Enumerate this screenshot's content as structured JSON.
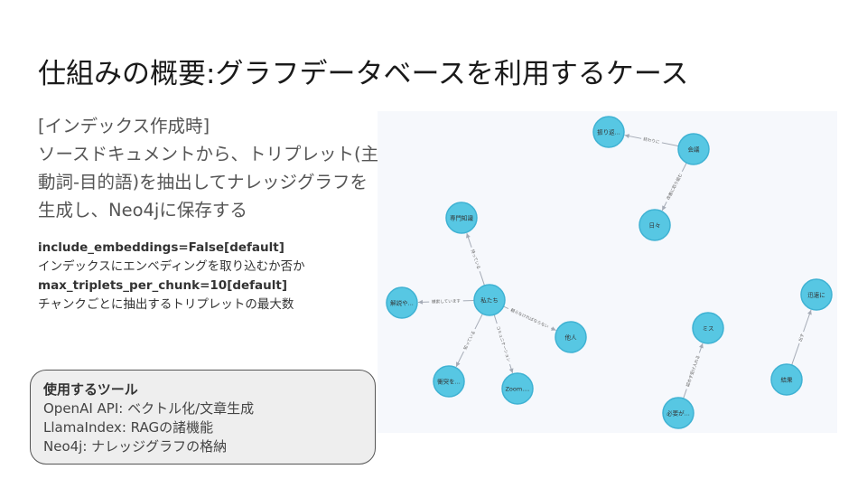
{
  "slide": {
    "title": "仕組みの概要:グラフデータベースを利用するケース",
    "description_lines": [
      "[インデックス作成時]",
      "ソースドキュメントから、トリプレット(主語-",
      "動詞-目的語)を抽出してナレッジグラフを",
      "生成し、Neo4jに保存する"
    ],
    "params": [
      {
        "key": "include_embeddings=False[default]",
        "desc": "インデックスにエンベディングを取り込むか否か"
      },
      {
        "key": "max_triplets_per_chunk=10[default]",
        "desc": "チャンクごとに抽出するトリプレットの最大数"
      }
    ],
    "tools": {
      "heading": "使用するツール",
      "items": [
        "OpenAI API: ベクトル化/文章生成",
        "LlamaIndex: RAGの諸機能",
        "Neo4j: ナレッジグラフの格納"
      ]
    }
  },
  "graph": {
    "colors": {
      "node_fill": "#57c7e3",
      "node_stroke": "#3fb2d3",
      "edge": "#a5abb6",
      "background": "#f6f8fc"
    },
    "nodes": [
      {
        "id": "n_furikaeri",
        "label": "振り返..."
      },
      {
        "id": "n_kaigi",
        "label": "会議"
      },
      {
        "id": "n_hibi",
        "label": "日々"
      },
      {
        "id": "n_senmon",
        "label": "専門知識"
      },
      {
        "id": "n_watashi",
        "label": "私たち"
      },
      {
        "id": "n_kaiketsu",
        "label": "解説や..."
      },
      {
        "id": "n_tanin",
        "label": "他人"
      },
      {
        "id": "n_shogeki",
        "label": "衝突を..."
      },
      {
        "id": "n_zoom",
        "label": "Zoom...."
      },
      {
        "id": "n_misu",
        "label": "ミス"
      },
      {
        "id": "n_hitsuyou",
        "label": "必要が..."
      },
      {
        "id": "n_jinsoku",
        "label": "迅速に"
      },
      {
        "id": "n_kekka",
        "label": "結果"
      }
    ],
    "edges": [
      {
        "from": "n_kaigi",
        "to": "n_furikaeri",
        "label": "終わりに"
      },
      {
        "from": "n_kaigi",
        "to": "n_hibi",
        "label": "改善に取り組む"
      },
      {
        "from": "n_watashi",
        "to": "n_senmon",
        "label": "持っている"
      },
      {
        "from": "n_watashi",
        "to": "n_kaiketsu",
        "label": "模索しています"
      },
      {
        "from": "n_watashi",
        "to": "n_tanin",
        "label": "頼らなければならない"
      },
      {
        "from": "n_watashi",
        "to": "n_shogeki",
        "label": "知っている"
      },
      {
        "from": "n_watashi",
        "to": "n_zoom",
        "label": "コミュニケーション"
      },
      {
        "from": "n_hitsuyou",
        "to": "n_misu",
        "label": "認めず受け入れる"
      },
      {
        "from": "n_kekka",
        "to": "n_jinsoku",
        "label": "出す"
      }
    ]
  }
}
